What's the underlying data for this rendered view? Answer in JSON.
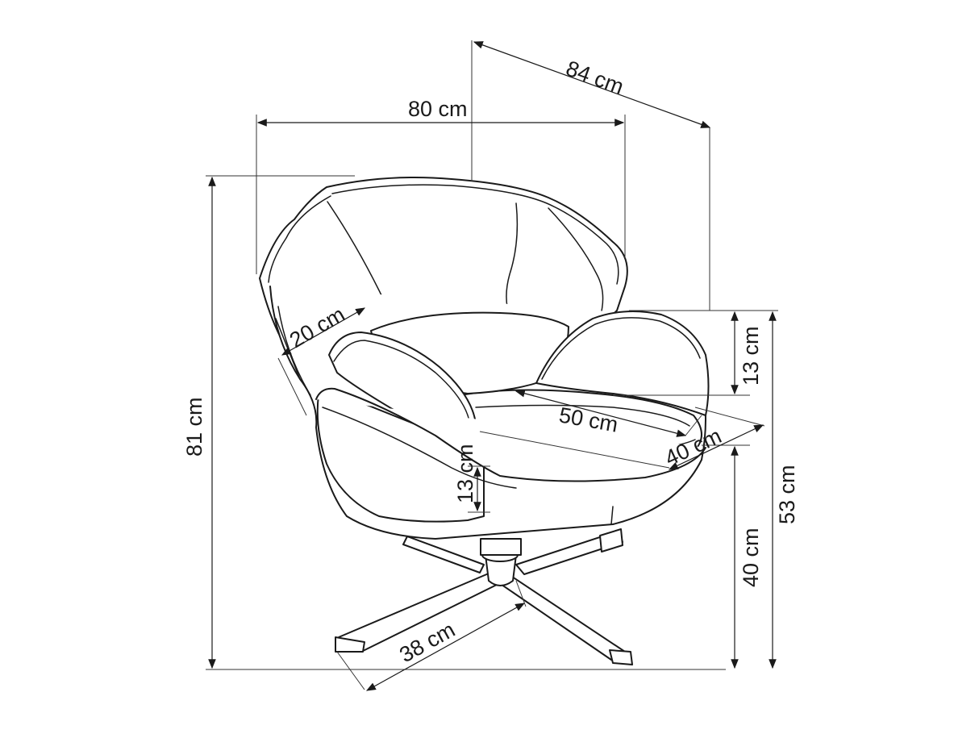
{
  "diagram": {
    "subject_icon": "swivel-armchair",
    "line_color": "#1a1a1a",
    "background": "#ffffff",
    "dimensions": {
      "depth_top": "84 cm",
      "width": "80 cm",
      "total_height": "81 cm",
      "armrest_height": "13 cm",
      "seat_total_height": "53 cm",
      "seat_height": "40 cm",
      "seat_width": "50 cm",
      "seat_depth": "40 cm",
      "cushion_thickness": "13 cm",
      "backrest_side": "20 cm",
      "base_leg": "38 cm"
    }
  }
}
